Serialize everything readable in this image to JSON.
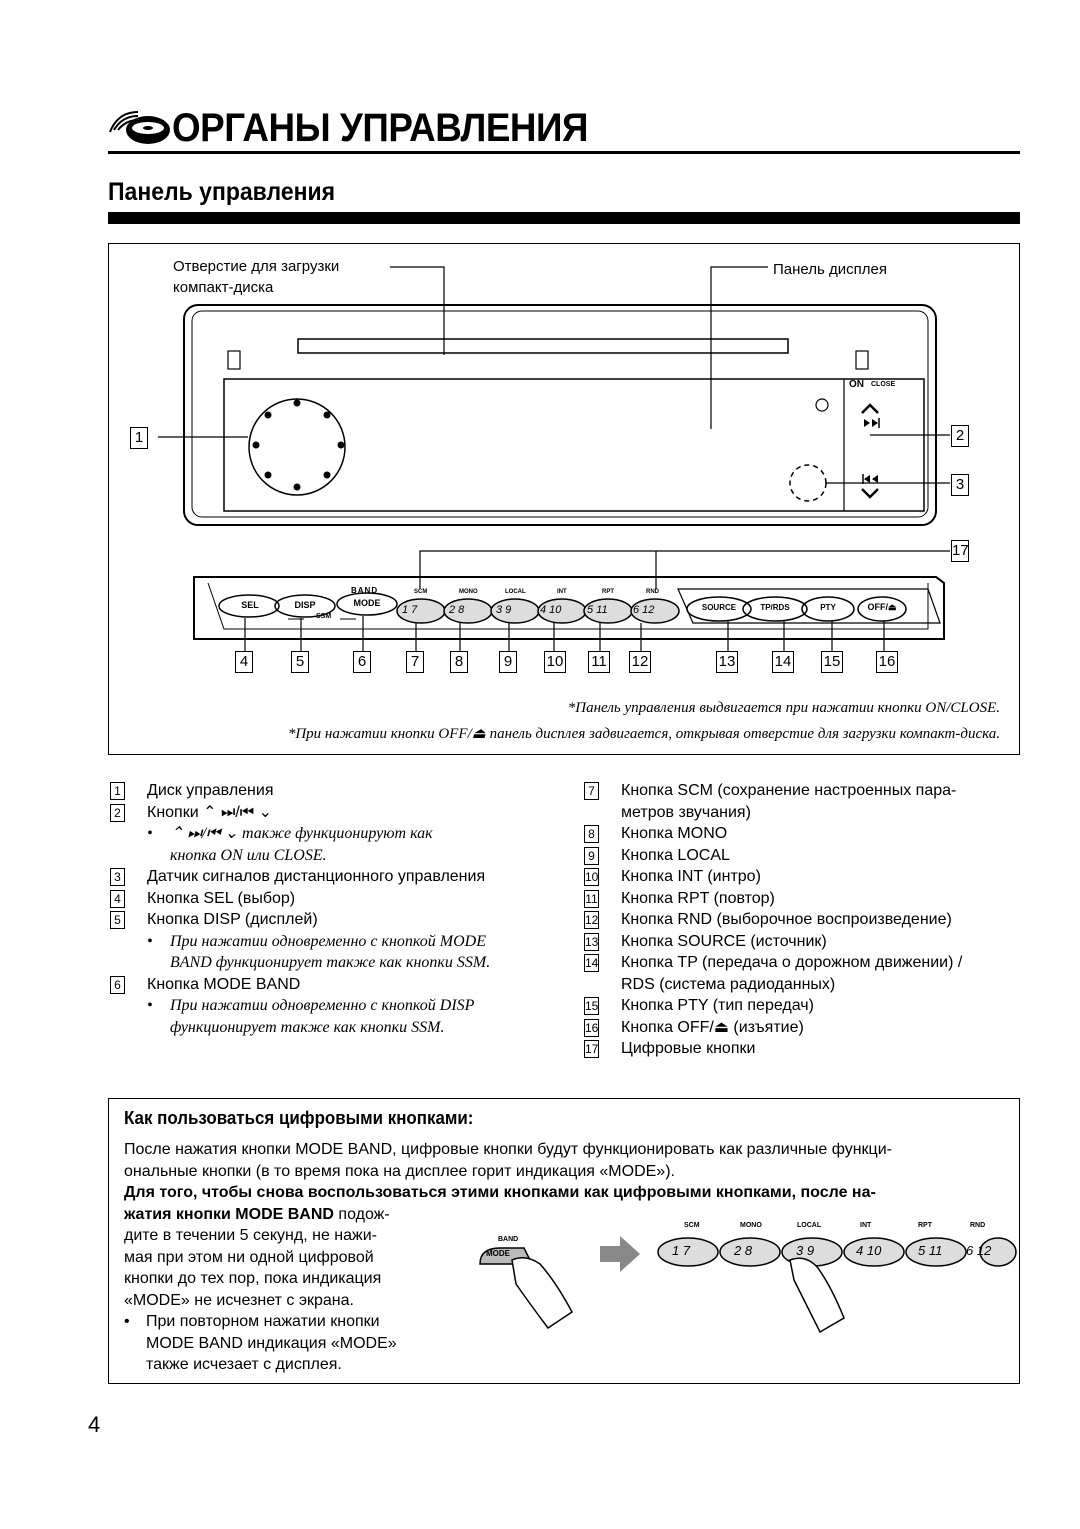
{
  "header": {
    "title": "ОРГАНЫ УПРАВЛЕНИЯ",
    "subtitle": "Панель управления"
  },
  "figure": {
    "label_slot": "Отверстие для загрузки",
    "label_slot_2": "компакт-диска",
    "label_display": "Панель дисплея",
    "on_label": "ON",
    "close_label": "CLOSE",
    "band_label": "BAND",
    "ssm_label": "SSM",
    "buttons": {
      "sel": "SEL",
      "disp": "DISP",
      "mode": "MODE",
      "source": "SOURCE",
      "tprds": "TP/RDS",
      "pty": "PTY",
      "off": "OFF/⏏"
    },
    "small_labels": [
      "SCM",
      "MONO",
      "LOCAL",
      "INT",
      "RPT",
      "RND"
    ],
    "numeric_buttons": [
      "1 7",
      "2 8",
      "3 9",
      "4 10",
      "5 11",
      "6 12"
    ],
    "callouts": [
      "1",
      "2",
      "3",
      "4",
      "5",
      "6",
      "7",
      "8",
      "9",
      "10",
      "11",
      "12",
      "13",
      "14",
      "15",
      "16",
      "17"
    ],
    "note_1": "*Панель управления выдвигается при нажатии кнопки ON/CLOSE.",
    "note_2": "*При нажатии кнопки OFF/⏏ панель дисплея задвигается, открывая отверстие для загрузки компакт-диска."
  },
  "list_left": [
    {
      "n": "1",
      "text": "Диск управления"
    },
    {
      "n": "2",
      "text": "Кнопки ⌃ ⏭/⏮ ⌄"
    },
    {
      "bullet": "⌃ ⏭/⏮ ⌄ также функционируют как",
      "bullet_2": "кнопка ON или CLOSE."
    },
    {
      "n": "3",
      "text": "Датчик сигналов дистанционного управления"
    },
    {
      "n": "4",
      "text": "Кнопка SEL (выбор)"
    },
    {
      "n": "5",
      "text": "Кнопка DISP (дисплей)"
    },
    {
      "bullet": "При нажатии одновременно с кнопкой MODE",
      "bullet_2": "BAND функционирует также как кнопки SSM."
    },
    {
      "n": "6",
      "text": "Кнопка MODE BAND"
    },
    {
      "bullet": "При нажатии одновременно с кнопкой DISP",
      "bullet_2": "функционирует также как кнопки SSM."
    }
  ],
  "list_right": [
    {
      "n": "7",
      "text": "Кнопка SCM (сохранение настроенных пара-",
      "text_2": "метров звучания)"
    },
    {
      "n": "8",
      "text": "Кнопка MONO"
    },
    {
      "n": "9",
      "text": "Кнопка LOCAL"
    },
    {
      "n": "10",
      "text": "Кнопка INT (интро)"
    },
    {
      "n": "11",
      "text": "Кнопка RPT (повтор)"
    },
    {
      "n": "12",
      "text": "Кнопка RND (выборочное воспроизведение)"
    },
    {
      "n": "13",
      "text": "Кнопка SOURCE (источник)"
    },
    {
      "n": "14",
      "text": "Кнопка TP (передача о дорожном движении) /",
      "text_2": "RDS (система радиоданных)"
    },
    {
      "n": "15",
      "text": "Кнопка PTY (тип передач)"
    },
    {
      "n": "16",
      "text": "Кнопка OFF/⏏ (изъятие)"
    },
    {
      "n": "17",
      "text": "Цифровые кнопки"
    }
  ],
  "howto": {
    "title": "Как пользоваться цифровыми кнопками:",
    "p1": "После нажатия кнопки MODE BAND, цифровые кнопки будут функционировать как различные функци-",
    "p1_2": "ональные кнопки (в то время пока на дисплее горит индикация «MODE»).",
    "bold_1": "Для того, чтобы снова воспользоваться этими кнопками как цифровыми кнопками, после на-",
    "bold_2": "жатия кнопки MODE BAND",
    "rest_1": " подож-",
    "lines": [
      "дите в течении 5 секунд, не нажи-",
      "мая при этом ни одной цифровой",
      "кнопки  до тех пор, пока индикация",
      "«MODE» не исчезнет с экрана."
    ],
    "bullet": [
      "При повторном нажатии кнопки",
      "MODE BAND индикация «MODE»",
      "также исчезает с дисплея."
    ],
    "band_label": "BAND",
    "mode_label": "MODE",
    "small_labels": [
      "SCM",
      "MONO",
      "LOCAL",
      "INT",
      "RPT",
      "RND"
    ],
    "numeric_buttons": [
      "1 7",
      "2 8",
      "3 9",
      "4 10",
      "5 11",
      "6 12"
    ]
  },
  "page_number": "4"
}
